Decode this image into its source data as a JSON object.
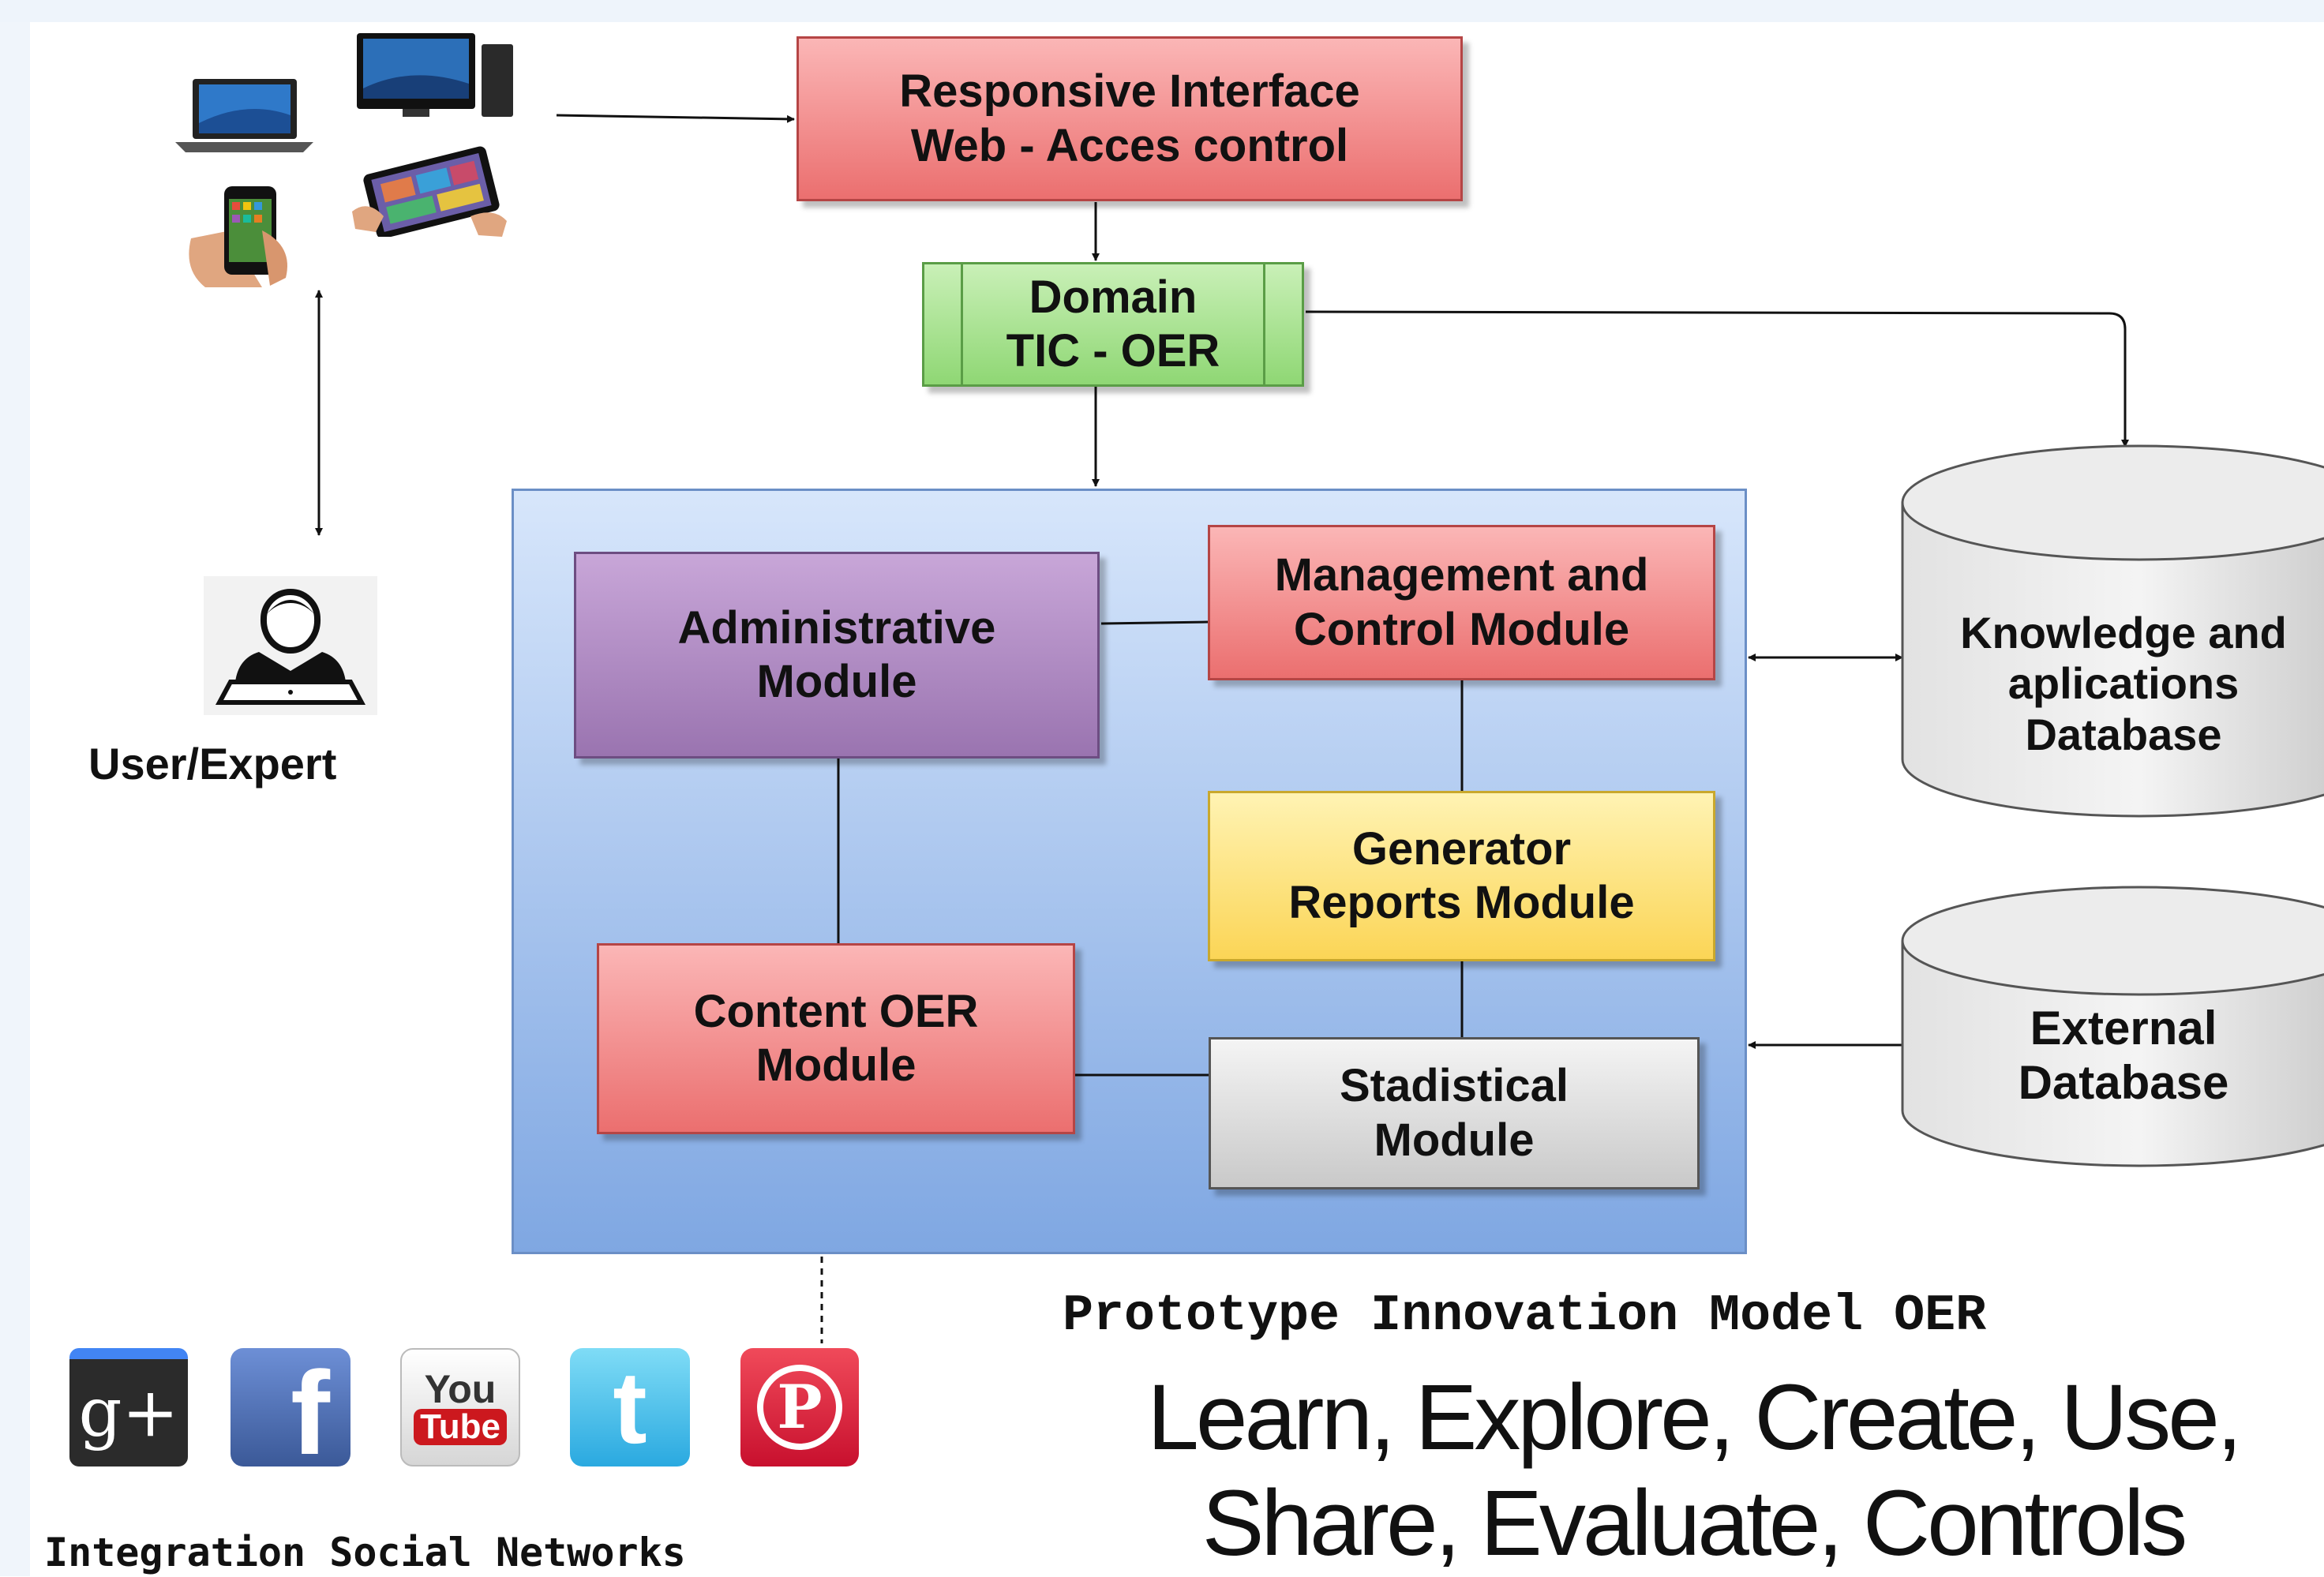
{
  "diagram": {
    "responsive_interface": [
      "Responsive Interface",
      "Web - Acces control"
    ],
    "domain": [
      "Domain",
      "TIC - OER"
    ],
    "administrative": [
      "Administrative",
      "Module"
    ],
    "management": [
      "Management and",
      "Control Module"
    ],
    "generator": [
      "Generator",
      "Reports Module"
    ],
    "content": [
      "Content OER",
      "Module"
    ],
    "stadistical": [
      "Stadistical",
      "Module"
    ],
    "knowledge_db": [
      "Knowledge and",
      "aplications",
      "Database"
    ],
    "external_db": [
      "External",
      "Database"
    ],
    "user_label": "User/Expert",
    "model_title": "Prototype Innovation Model OER",
    "slogan_line1": "Learn, Explore, Create, Use,",
    "slogan_line2": "Share, Evaluate, Controls",
    "social_caption": "Integration Social Networks"
  },
  "icons": [
    "laptop-icon",
    "desktop-computer-icon",
    "smartphone-icon",
    "tablet-icon",
    "user-expert-icon",
    "google-plus-icon",
    "facebook-icon",
    "youtube-icon",
    "twitter-icon",
    "pinterest-icon"
  ],
  "social_icons": {
    "google_plus": "g+",
    "facebook": "f",
    "youtube_top": "You",
    "youtube_bottom": "Tube",
    "twitter": "t",
    "pinterest": "P"
  },
  "colors": {
    "red_box": "#eb6f6f",
    "green_box": "#8fd774",
    "purple_box": "#9a74b0",
    "yellow_box": "#fbd556",
    "gray_box": "#c9c9c9",
    "container": "#7fa7e2"
  }
}
